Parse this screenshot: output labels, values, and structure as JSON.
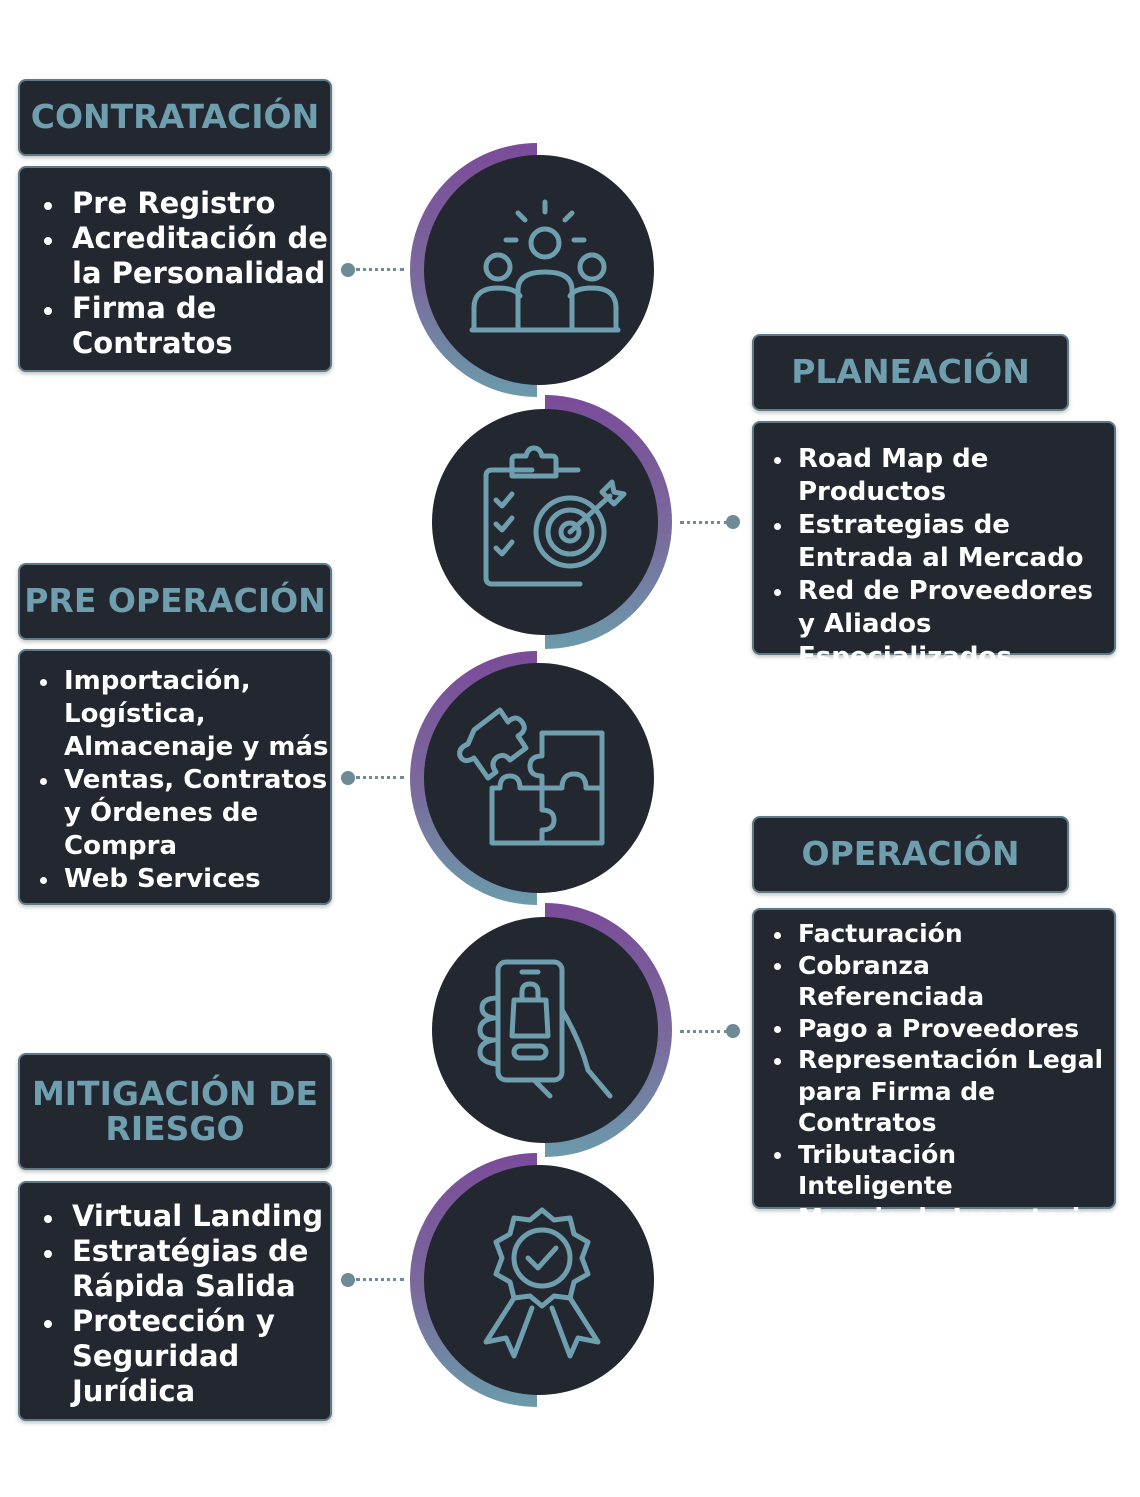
{
  "stages": [
    {
      "title": "CONTRATACIÓN",
      "items": [
        "Pre Registro",
        "Acreditación de la Personalidad",
        "Firma de Contratos"
      ],
      "icon": "team-icon"
    },
    {
      "title": "PLANEACIÓN",
      "items": [
        "Road Map de Productos",
        "Estrategias de Entrada al Mercado",
        "Red de Proveedores y Aliados Especializados"
      ],
      "icon": "clipboard-target-icon"
    },
    {
      "title": "PRE OPERACIÓN",
      "items": [
        "Importación, Logística, Almacenaje y más",
        "Ventas, Contratos y Órdenes de Compra",
        "Web Services"
      ],
      "icon": "puzzle-icon"
    },
    {
      "title": "OPERACIÓN",
      "items": [
        "Facturación",
        "Cobranza Referenciada",
        "Pago a Proveedores",
        "Representación Legal para Firma de Contratos",
        "Tributación Inteligente",
        "Manejo de Inventarios"
      ],
      "icon": "mobile-shopping-icon"
    },
    {
      "title": "MITIGACIÓN DE RIESGO",
      "items": [
        "Virtual Landing",
        "Estratégias de Rápida Salida",
        "Protección y Seguridad Jurídica"
      ],
      "icon": "badge-check-icon"
    }
  ],
  "colors": {
    "card_bg": "#222730",
    "title_text": "#6f9fae",
    "ring_top": "#7b4f9a",
    "ring_bottom": "#6d95a8",
    "icon_stroke": "#6f9fae"
  }
}
